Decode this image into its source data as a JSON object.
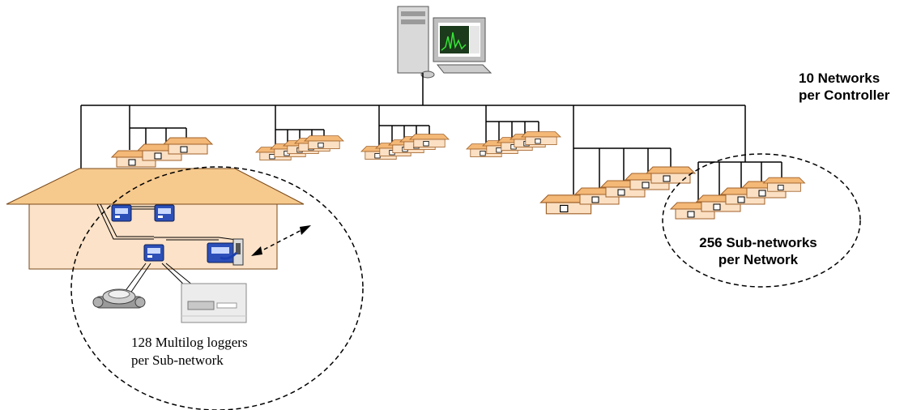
{
  "labels": {
    "networks_per_controller": [
      "10 Networks",
      "per Controller"
    ],
    "subnetworks_per_network": [
      "256 Sub-networks",
      "per Network"
    ],
    "loggers_per_subnetwork": [
      "128 Multilog loggers",
      "per Sub-network"
    ]
  },
  "colors": {
    "house_roof": "#f4b877",
    "house_roof_edge": "#a0622a",
    "house_wall": "#fbe0c4",
    "building_roof": "#f6c98d",
    "building_wall": "#fbe2c8",
    "logger_body": "#2c4fb8",
    "lines": "#000000"
  },
  "icons": {
    "controller": "desktop-computer-icon",
    "logger": "multilog-logger-icon",
    "water_meter": "water-meter-icon",
    "electricity_meter": "electricity-meter-icon"
  }
}
